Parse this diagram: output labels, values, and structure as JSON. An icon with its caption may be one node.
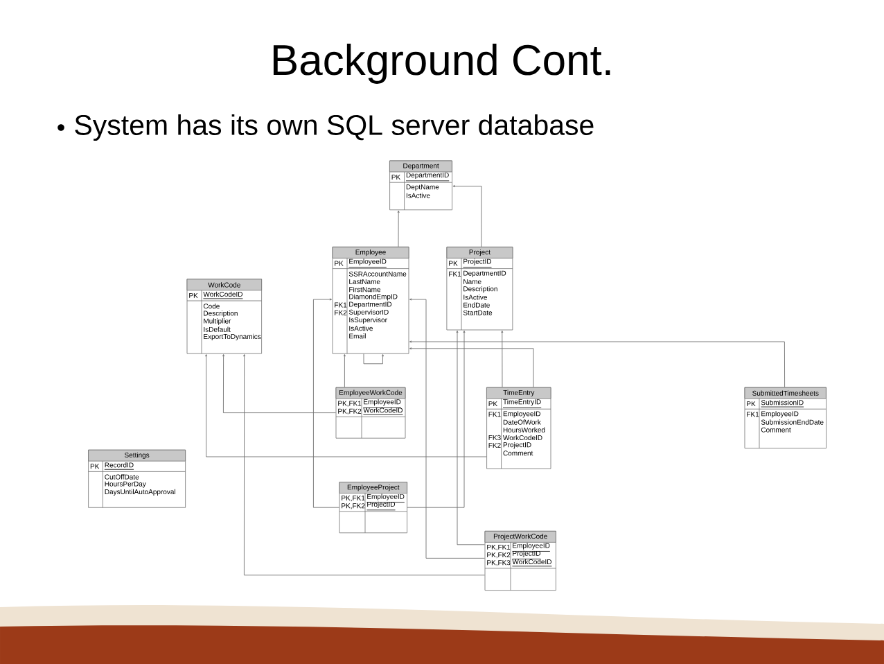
{
  "diagram": {
    "title": "Background Cont.",
    "nodes": [
      {
        "text": [
          "Department",
          "PK",
          "DepartmentID",
          "DeptName",
          "IsActive"
        ]
      },
      {
        "text": [
          "Employee",
          "PK",
          "EmployeeID",
          "SSRAccountName",
          "LastName",
          "FirstName",
          "DiamondEmpID",
          "FK1",
          "DepartmentID",
          "FK2",
          "SupervisorID",
          "IsSupervisor",
          "IsActive",
          "Email"
        ]
      },
      {
        "text": [
          "Project",
          "PK",
          "ProjectID",
          "FK1",
          "DepartmentID",
          "Name",
          "Description",
          "IsActive",
          "EndDate",
          "StartDate"
        ]
      },
      {
        "text": [
          "WorkCode",
          "PK",
          "WorkCodeID",
          "Code",
          "Description",
          "Multiplier",
          "IsDefault",
          "ExportToDynamics"
        ]
      },
      {
        "text": [
          "EmployeeWorkCode",
          "PK,FK1",
          "EmployeeID",
          "PK,FK2",
          "WorkCodeID"
        ]
      },
      {
        "text": [
          "TimeEntry",
          "PK",
          "TimeEntryID",
          "FK1",
          "EmployeeID",
          "DateOfWork",
          "HoursWorked",
          "FK3",
          "WorkCodeID",
          "FK2",
          "ProjectID",
          "Comment"
        ]
      },
      {
        "text": [
          "SubmittedTimesheets",
          "PK",
          "SubmissionID",
          "FK1",
          "EmployeeID",
          "SubmissionEndDate",
          "Comment"
        ]
      },
      {
        "text": [
          "Settings",
          "PK",
          "RecordID",
          "CutOffDate",
          "HoursPerDay",
          "DaysUntilAutoApproval"
        ]
      },
      {
        "text": [
          "EmployeeProject",
          "PK,FK1",
          "EmployeeID",
          "PK,FK2",
          "ProjectID"
        ]
      },
      {
        "text": [
          "ProjectWorkCode",
          "PK,FK1",
          "EmployeeID",
          "PK,FK2",
          "ProjectID",
          "PK,FK3",
          "WorkCodeID"
        ]
      }
    ],
    "edges": [
      {
        "from": 1,
        "to": 0,
        "arrow": "to"
      },
      {
        "from": 2,
        "to": 0,
        "arrow": "to"
      },
      {
        "from": 1,
        "to": 1,
        "arrow": "to"
      },
      {
        "from": 4,
        "to": 1,
        "arrow": "to"
      },
      {
        "from": 4,
        "to": 3,
        "arrow": "to"
      },
      {
        "from": 5,
        "to": 2,
        "arrow": "to"
      },
      {
        "from": 5,
        "to": 1,
        "arrow": "to"
      },
      {
        "from": 6,
        "to": 1,
        "arrow": "to"
      },
      {
        "from": 5,
        "to": 3,
        "arrow": "to"
      },
      {
        "from": 8,
        "to": 1,
        "arrow": "to"
      },
      {
        "from": 8,
        "to": 2,
        "arrow": "to"
      },
      {
        "from": 9,
        "to": 2,
        "arrow": "to"
      },
      {
        "from": 9,
        "to": 1,
        "arrow": "to"
      },
      {
        "from": 9,
        "to": 3,
        "arrow": "to"
      }
    ],
    "labels": [
      "System has its own SQL server database"
    ]
  }
}
